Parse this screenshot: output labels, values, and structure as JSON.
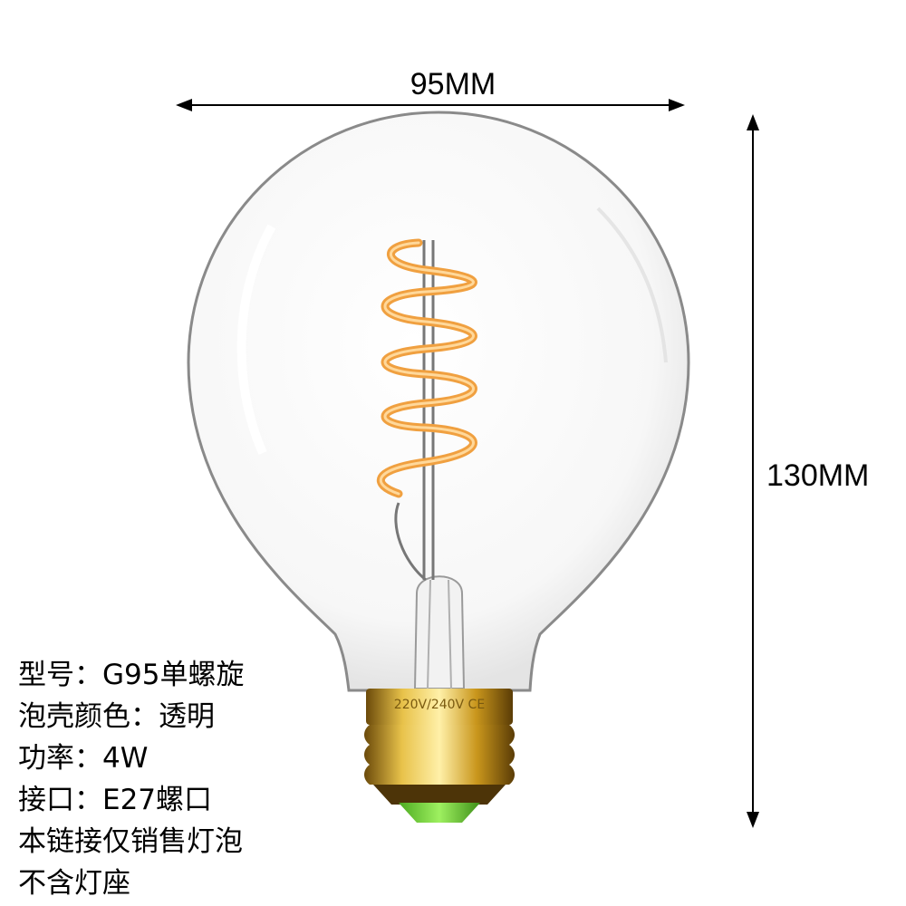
{
  "dimensions": {
    "width_label": "95MM",
    "height_label": "130MM"
  },
  "specs": [
    "型号：G95单螺旋",
    "泡壳颜色：透明",
    "功率：4W",
    "接口：E27螺口",
    "本链接仅销售灯泡",
    "不含灯座"
  ],
  "base_marking": "220V/240V CE",
  "colors": {
    "filament": "#f0a040",
    "cap": "#c89a1e",
    "tip": "#7ad14a",
    "glass_edge": "#8a8a8a"
  }
}
